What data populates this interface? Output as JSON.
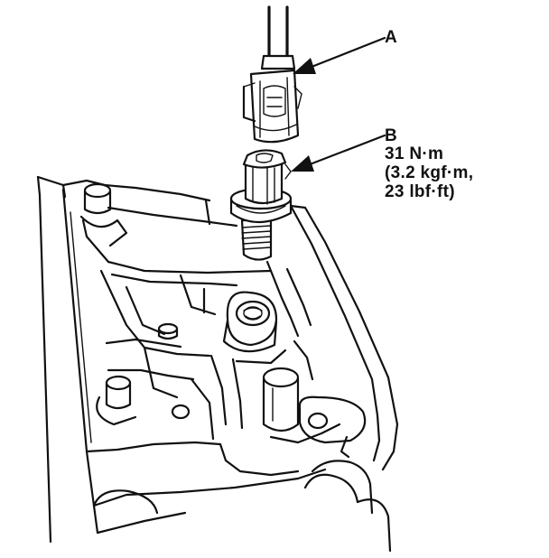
{
  "callouts": {
    "a": {
      "letter": "A"
    },
    "b": {
      "letter": "B",
      "torque_lines": [
        "31 N·m",
        "(3.2 kgf·m,",
        "23 lbf·ft)"
      ]
    }
  },
  "colors": {
    "line": "#111111",
    "background": "#ffffff"
  }
}
